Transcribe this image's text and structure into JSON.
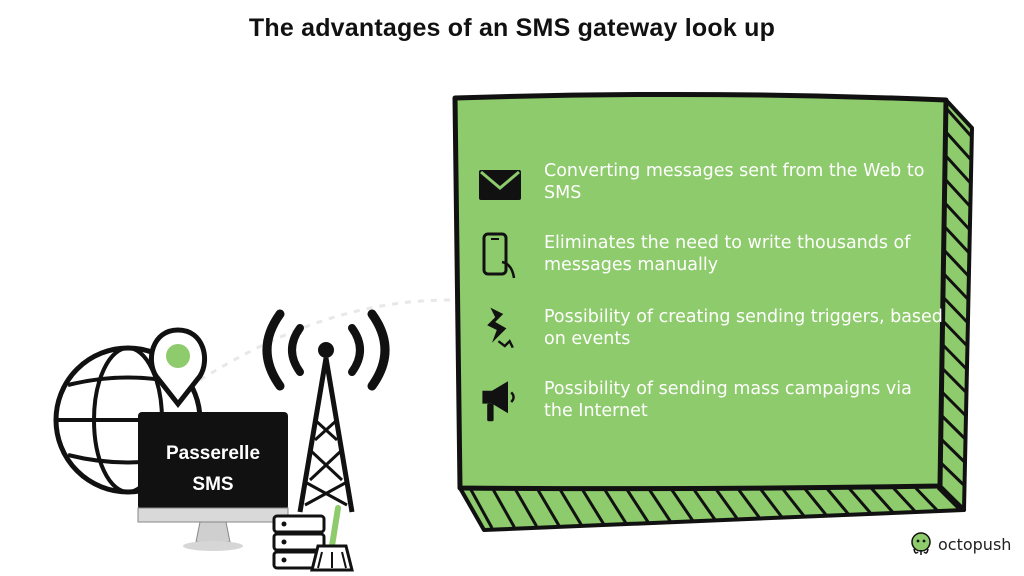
{
  "title": "The advantages of an SMS gateway look up",
  "colors": {
    "green": "#8ecb6c",
    "dark": "#111111",
    "text_on_green": "#ffffff"
  },
  "screen": {
    "line1": "Passerelle",
    "line2": "SMS"
  },
  "items": [
    {
      "icon": "envelope-icon",
      "text": "Converting messages sent from the Web to SMS"
    },
    {
      "icon": "smartphone-icon",
      "text": "Eliminates the need to write thousands of messages manually"
    },
    {
      "icon": "lightning-trigger-icon",
      "text": "Possibility of creating sending triggers, based on events"
    },
    {
      "icon": "megaphone-icon",
      "text": "Possibility of sending mass campaigns via the Internet"
    }
  ],
  "brand": {
    "name": "octopush",
    "icon": "octopus-logo-icon"
  }
}
